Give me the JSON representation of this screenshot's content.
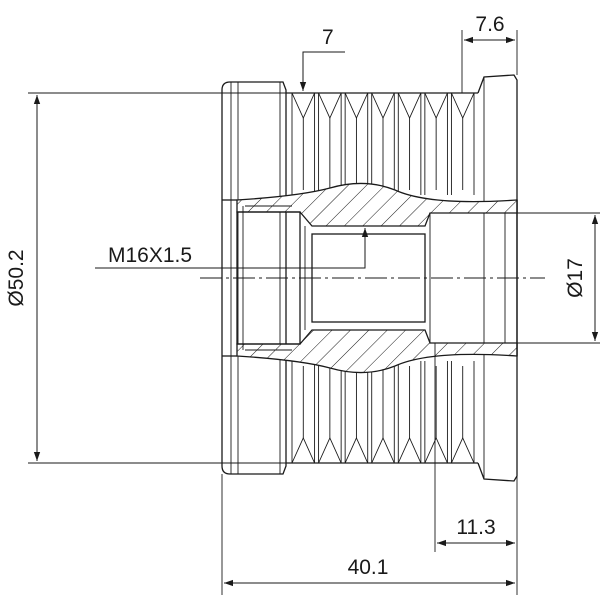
{
  "drawing": {
    "labels": {
      "groove_pitch": "7",
      "flange_width": "7.6",
      "outer_diameter": "Ø50.2",
      "thread": "M16X1.5",
      "bore_diameter": "Ø17",
      "bore_depth": "11.3",
      "overall_length": "40.1"
    },
    "line_color": "#1a1a1a",
    "groove_count": 7
  }
}
